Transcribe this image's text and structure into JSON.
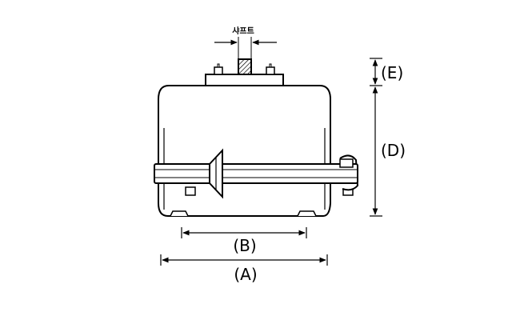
{
  "labels": {
    "shaft": "샤프트",
    "dim_a": "(A)",
    "dim_b": "(B)",
    "dim_d": "(D)",
    "dim_e": "(E)"
  },
  "colors": {
    "stroke": "#000000",
    "background": "#ffffff"
  }
}
